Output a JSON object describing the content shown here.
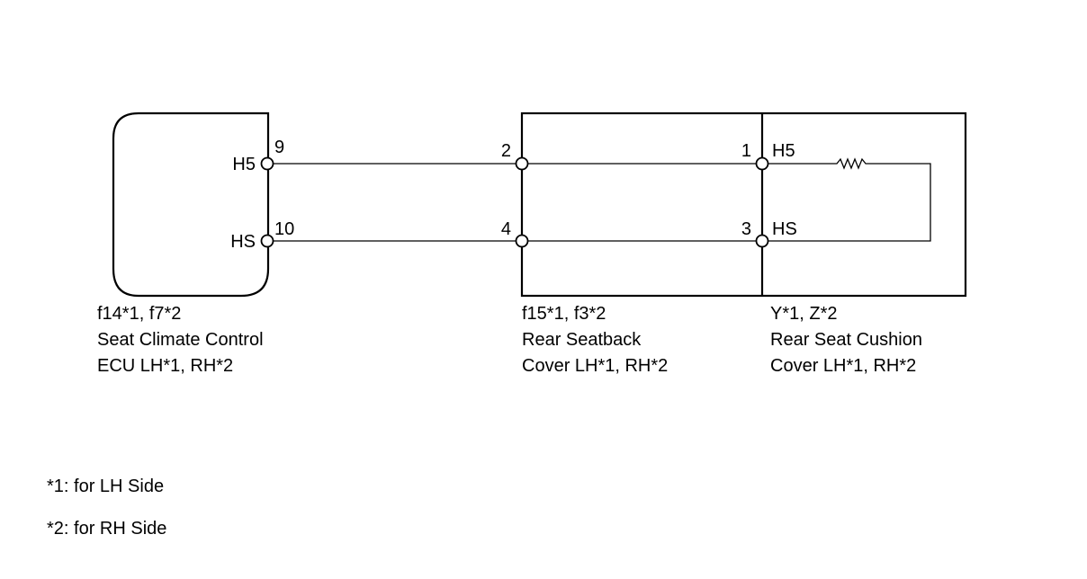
{
  "ecu": {
    "pins": [
      {
        "name": "H5",
        "number": "9"
      },
      {
        "name": "HS",
        "number": "10"
      }
    ],
    "caption": [
      "f14*1, f7*2",
      "Seat Climate Control",
      "ECU LH*1, RH*2"
    ]
  },
  "seatback": {
    "pins": [
      {
        "number": "2"
      },
      {
        "number": "4"
      }
    ],
    "caption": [
      "f15*1, f3*2",
      "Rear Seatback",
      "Cover LH*1, RH*2"
    ]
  },
  "cushion": {
    "pins": [
      {
        "name": "H5",
        "number": "1"
      },
      {
        "name": "HS",
        "number": "3"
      }
    ],
    "caption": [
      "Y*1, Z*2",
      "Rear Seat Cushion",
      "Cover LH*1, RH*2"
    ]
  },
  "notes": [
    "*1: for LH Side",
    "*2: for RH Side"
  ]
}
